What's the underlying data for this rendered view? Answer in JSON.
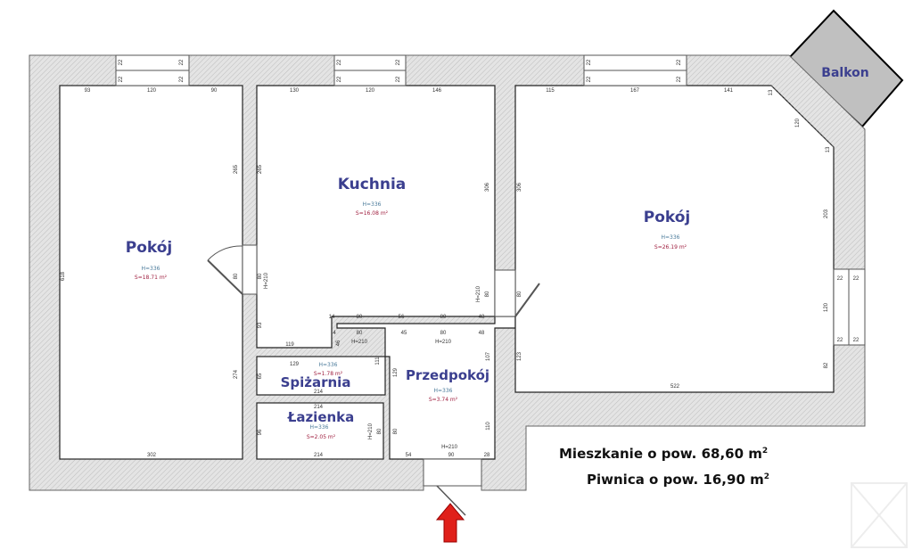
{
  "rooms": {
    "pokoj_left": {
      "name": "Pokój",
      "height": "H=336",
      "area": "S=18.71 m²"
    },
    "kuchnia": {
      "name": "Kuchnia",
      "height": "H=336",
      "area": "S=16.08 m²"
    },
    "pokoj_right": {
      "name": "Pokój",
      "height": "H=336",
      "area": "S=26.19 m²"
    },
    "spizarnia": {
      "name": "Spiżarnia",
      "height": "H=336",
      "area": "S=1.78 m²"
    },
    "lazienka": {
      "name": "Łazienka",
      "height": "H=336",
      "area": "S=2.05 m²"
    },
    "przedpokoj": {
      "name": "Przedpokój",
      "height": "H=336",
      "area": "S=3.74 m²"
    },
    "balkon": {
      "name": "Balkon"
    }
  },
  "summary": {
    "apartment": "Mieszkanie o pow. 68,60 m",
    "cellar": "Piwnica o pow. 16,90 m",
    "unit_sup": "2"
  },
  "door_heights": [
    "H=210",
    "H=210",
    "H=210",
    "H=210",
    "H=210",
    "H=210"
  ],
  "dims": [
    "93",
    "120",
    "90",
    "130",
    "120",
    "146",
    "115",
    "167",
    "141",
    "618",
    "265",
    "265",
    "80",
    "80",
    "93",
    "274",
    "306",
    "306",
    "80",
    "80",
    "203",
    "120",
    "82",
    "123",
    "119",
    "14",
    "80",
    "56",
    "80",
    "48",
    "4",
    "80",
    "45",
    "80",
    "48",
    "129",
    "214",
    "214",
    "214",
    "522",
    "302",
    "54",
    "90",
    "28",
    "22",
    "22",
    "22",
    "22",
    "46",
    "111",
    "65",
    "96",
    "129",
    "107",
    "110",
    "80",
    "80",
    "22",
    "22",
    "22",
    "22",
    "22",
    "22",
    "22",
    "22",
    "22",
    "22",
    "22",
    "22",
    "13",
    "120",
    "13"
  ],
  "colors": {
    "wall": "#d9d9d9",
    "balcony": "#c0c0c0",
    "room_label": "#3b3f8f",
    "entry_arrow": "#e0201a"
  },
  "icons": {
    "entry": "red-arrow-up-icon",
    "watermark": "logo-watermark"
  }
}
